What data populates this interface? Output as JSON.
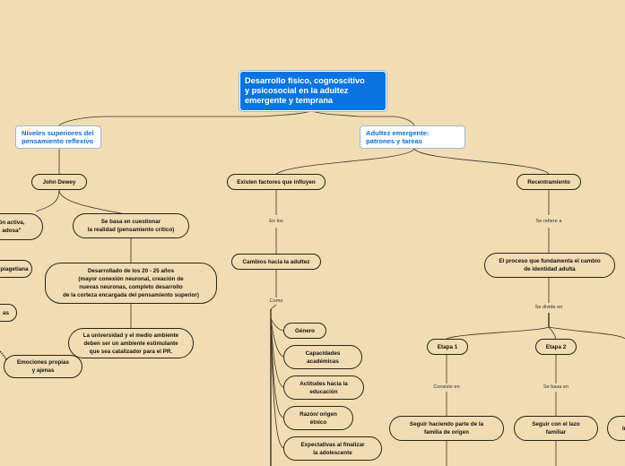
{
  "root": {
    "label": "Desarrollo físico, cognoscitivo\ny psicosocial en la adultez\nemergente y temprana"
  },
  "branches": {
    "niveles": "Niveles superiores del\npensamiento reflexivo",
    "adultez": "Adultez emergente:\npatrones y tareas"
  },
  "nodes": {
    "john_dewey": "John Dewey",
    "activa": "ón activa,\nadosa\"",
    "cuestionar": "Se basa en cuestionar\nla realidad (pensamiento crítico)",
    "piagetiana": "piagetiana",
    "as": "as",
    "desarrollado": "Desarrollado de los 20 - 25 años\n(mayor conexión neuronal, creación de\nnuevas neuronas, completo desarrollo\nde la corteza encargada del pensamiento superior)",
    "universidad": "La universidad y el medio ambiente\ndeben ser un ambiente estimulante\nque sea catalizador para el PR.",
    "emociones": "Emociones propias\ny ajenas",
    "factores": "Existen factores que influyen",
    "cambios": "Cambios hacia la adultez",
    "genero": "Género",
    "capacidades": "Capacidades\nacadémicas",
    "actitudes": "Actitudes hacia la\neducación",
    "razon": "Razón/ origen\nétnico",
    "expectativas": "Expectativas al finalizar\nla adolescente",
    "recentramiento": "Recentramiento",
    "proceso": "El proceso que fundamenta el cambio\nde identidad adulta",
    "etapa1": "Etapa 1",
    "etapa2": "Etapa 2",
    "seguir": "Seguir haciendo parte de la\nfamilia de origen",
    "lazo": "Seguir con el lazo\nfamiliar",
    "cut_right": "In"
  },
  "labels": {
    "en_los": "En los",
    "como": "Como",
    "se_refiere": "Se refiere a",
    "se_divide": "Se divide en",
    "consiste": "Consiste en",
    "se_basa": "Se basa en"
  }
}
